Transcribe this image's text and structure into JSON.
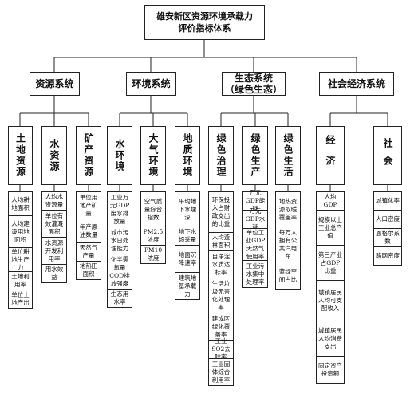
{
  "root": {
    "line1": "雄安新区资源环境承载力",
    "line2": "评价指标体系"
  },
  "systems": [
    {
      "label": "资源系统"
    },
    {
      "label": "环境系统"
    },
    {
      "label": "生态系统\n（绿色生态）"
    },
    {
      "label": "社会经济系统"
    }
  ],
  "subsystems": [
    {
      "label": "土地资源",
      "indicators": [
        "人均耕地面积",
        "人均建设用地面积",
        "单位耕地生产力",
        "土地利用率",
        "单位土地产出"
      ]
    },
    {
      "label": "水资源",
      "indicators": [
        "人均水资源量",
        "单位有效灌溉面积",
        "水资源开发利用率",
        "用水效益"
      ]
    },
    {
      "label": "矿产资源",
      "indicators": [
        "单位用地产矿量",
        "年产原油数量",
        "天然气产量",
        "地热田面积"
      ]
    },
    {
      "label": "水环境",
      "indicators": [
        "工业万元GDP废水排放量",
        "城市污水日处理能力",
        "化学需氧量COD排放强度",
        "生态用水率"
      ]
    },
    {
      "label": "大气环境",
      "indicators": [
        "空气质量综合指数",
        "PM2.5浓度",
        "PM10浓度"
      ]
    },
    {
      "label": "地质环境",
      "indicators": [
        "平均地下水埋深",
        "地下水超采量",
        "地面沉降速率",
        "建筑地基承载力"
      ]
    },
    {
      "label": "绿色治理",
      "indicators": [
        "环保投入占财政支出的比重",
        "人均造林面积",
        "自净淀水质达标率",
        "生活垃圾无害化处理率",
        "建成区绿化覆盖率",
        "工业SO2去除率",
        "工业固体综合利用率"
      ]
    },
    {
      "label": "绿色生产",
      "indicators": [
        "万元GDP能耗",
        "万元GDP水耗",
        "单位工业GDP天然气使用率",
        "工业污水集中处理率"
      ]
    },
    {
      "label": "绿色生活",
      "indicators": [
        "地热资源取暖覆盖率",
        "每万人拥有公共汽电车",
        "蓝绿空间占比"
      ]
    },
    {
      "label": "经济",
      "indicators": [
        "人均GDP",
        "规模以上工业总产值",
        "第三产业占GDP比重",
        "城镇居民人均可支配收入",
        "城镇居民人均消费支出",
        "固定资产投资额"
      ]
    },
    {
      "label": "社会",
      "indicators": [
        "城镇化率",
        "人口密度",
        "恩格尔系数",
        "路网密度"
      ]
    }
  ]
}
